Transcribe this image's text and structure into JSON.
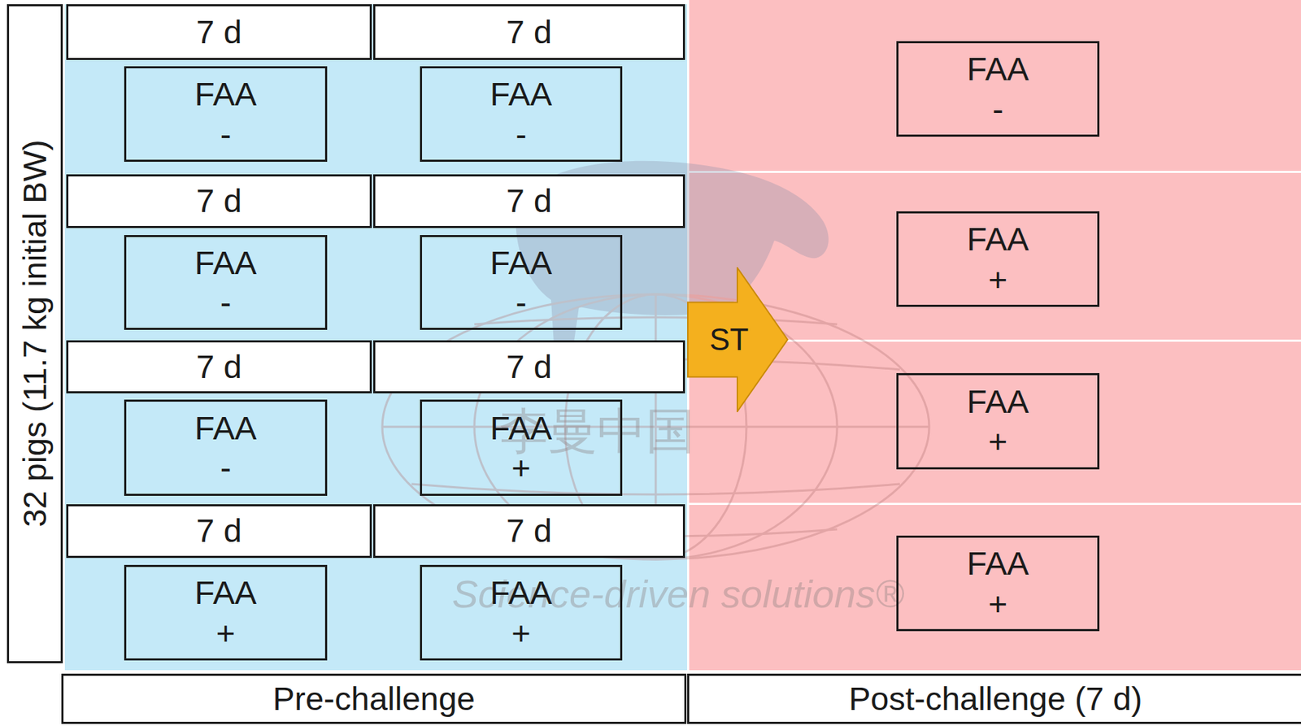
{
  "diagram": {
    "nodes": [
      {
        "text": [
          "32 pigs (11.7 kg initial BW)"
        ]
      },
      {
        "text": [
          "7 d"
        ]
      },
      {
        "text": [
          "7 d"
        ]
      },
      {
        "text": [
          "FAA",
          "-"
        ]
      },
      {
        "text": [
          "FAA",
          "-"
        ]
      },
      {
        "text": [
          "7 d"
        ]
      },
      {
        "text": [
          "7 d"
        ]
      },
      {
        "text": [
          "FAA",
          "-"
        ]
      },
      {
        "text": [
          "FAA",
          "-"
        ]
      },
      {
        "text": [
          "7 d"
        ]
      },
      {
        "text": [
          "7 d"
        ]
      },
      {
        "text": [
          "FAA",
          "-"
        ]
      },
      {
        "text": [
          "FAA",
          "+"
        ]
      },
      {
        "text": [
          "7 d"
        ]
      },
      {
        "text": [
          "7 d"
        ]
      },
      {
        "text": [
          "FAA",
          "+"
        ]
      },
      {
        "text": [
          "FAA",
          "+"
        ]
      },
      {
        "text": [
          "ST"
        ]
      },
      {
        "text": [
          "FAA",
          "-"
        ]
      },
      {
        "text": [
          "FAA",
          "+"
        ]
      },
      {
        "text": [
          "FAA",
          "+"
        ]
      },
      {
        "text": [
          "FAA",
          "+"
        ]
      },
      {
        "text": [
          "Pre-challenge"
        ]
      },
      {
        "text": [
          "Post-challenge (7 d)"
        ]
      }
    ],
    "labels": [
      "李曼中国",
      "Science-driven solutions®"
    ]
  }
}
